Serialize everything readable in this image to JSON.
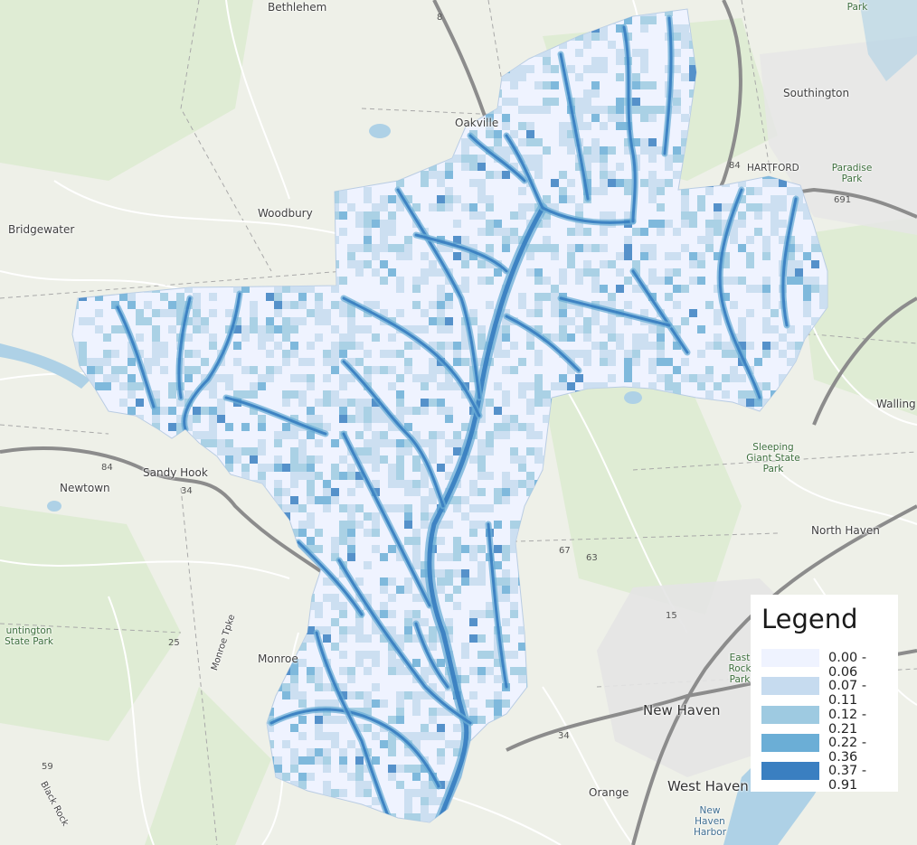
{
  "map": {
    "places": [
      {
        "id": "bethlehem",
        "label": "Bethlehem"
      },
      {
        "id": "southington",
        "label": "Southington"
      },
      {
        "id": "oakville",
        "label": "Oakville"
      },
      {
        "id": "woodbury",
        "label": "Woodbury"
      },
      {
        "id": "bridgewater",
        "label": "Bridgewater"
      },
      {
        "id": "hartford",
        "label": "HARTFORD"
      },
      {
        "id": "sandy-hook",
        "label": "Sandy Hook"
      },
      {
        "id": "newtown",
        "label": "Newtown"
      },
      {
        "id": "wallingford",
        "label": "Walling"
      },
      {
        "id": "north-haven",
        "label": "North Haven"
      },
      {
        "id": "monroe",
        "label": "Monroe"
      },
      {
        "id": "new-haven",
        "label": "New Haven"
      },
      {
        "id": "west-haven",
        "label": "West Haven"
      },
      {
        "id": "orange",
        "label": "Orange"
      },
      {
        "id": "monroe-tpke",
        "label": "Monroe Tpke"
      },
      {
        "id": "black-rock",
        "label": "Black Rock"
      }
    ],
    "parks": [
      {
        "id": "sleeping-giant",
        "label": "Sleeping Giant State Park"
      },
      {
        "id": "paradise-park",
        "label": "Paradise Park"
      },
      {
        "id": "huntington-park",
        "label": "untington State Park"
      },
      {
        "id": "east-rock",
        "label": "East Rock Park"
      },
      {
        "id": "top-park",
        "label": "Park"
      }
    ],
    "water": [
      {
        "id": "new-haven-harbor",
        "label": "New Haven Harbor"
      }
    ],
    "highways": [
      "84",
      "34",
      "15",
      "691",
      "67",
      "63",
      "8",
      "25",
      "59"
    ]
  },
  "legend": {
    "title": "Legend",
    "classes": [
      {
        "label": "0.00 - 0.06",
        "color": "#eff3ff"
      },
      {
        "label": "0.07 - 0.11",
        "color": "#c6dbef"
      },
      {
        "label": "0.12 - 0.21",
        "color": "#9ecae1"
      },
      {
        "label": "0.22 - 0.36",
        "color": "#6baed6"
      },
      {
        "label": "0.37 - 0.91",
        "color": "#3a7fc1"
      }
    ]
  },
  "colors": {
    "basemap": "#eef0e8",
    "forest": "#d9e9cc",
    "water": "#aed1e6",
    "road_major": "#8a8a8a",
    "road_minor": "#ffffff"
  }
}
